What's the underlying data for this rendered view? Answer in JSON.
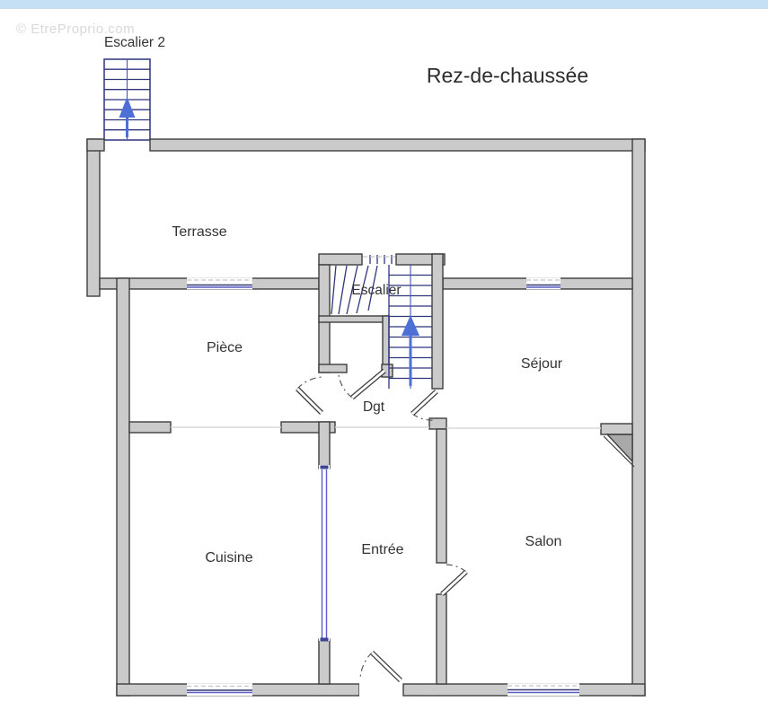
{
  "page": {
    "watermark": "© EtreProprio.com",
    "title": "Rez-de-chaussée"
  },
  "rooms": {
    "escalier2": "Escalier 2",
    "terrasse": "Terrasse",
    "piece": "Pièce",
    "escalier": "Escalier",
    "sejour": "Séjour",
    "dgt": "Dgt",
    "cuisine": "Cuisine",
    "entree": "Entrée",
    "salon": "Salon"
  },
  "icons": {
    "stair_direction": "up-arrow"
  },
  "colors": {
    "top_bar": "#c5dff4",
    "wall_fill": "#cbcbcb",
    "wall_stroke": "#3e3e3e",
    "stair_line": "#2f357d",
    "stair_box_stroke": "#3b4282",
    "arrow_blue": "#4e6fd6",
    "window_blue": "#5a5fc8",
    "window_dark": "#33386e",
    "open_line": "#d8d8d8",
    "door_stroke": "#3c3c3c",
    "label_text": "#333333",
    "title_text": "#2d2d2d",
    "watermark_text": "#d9d9d9"
  }
}
